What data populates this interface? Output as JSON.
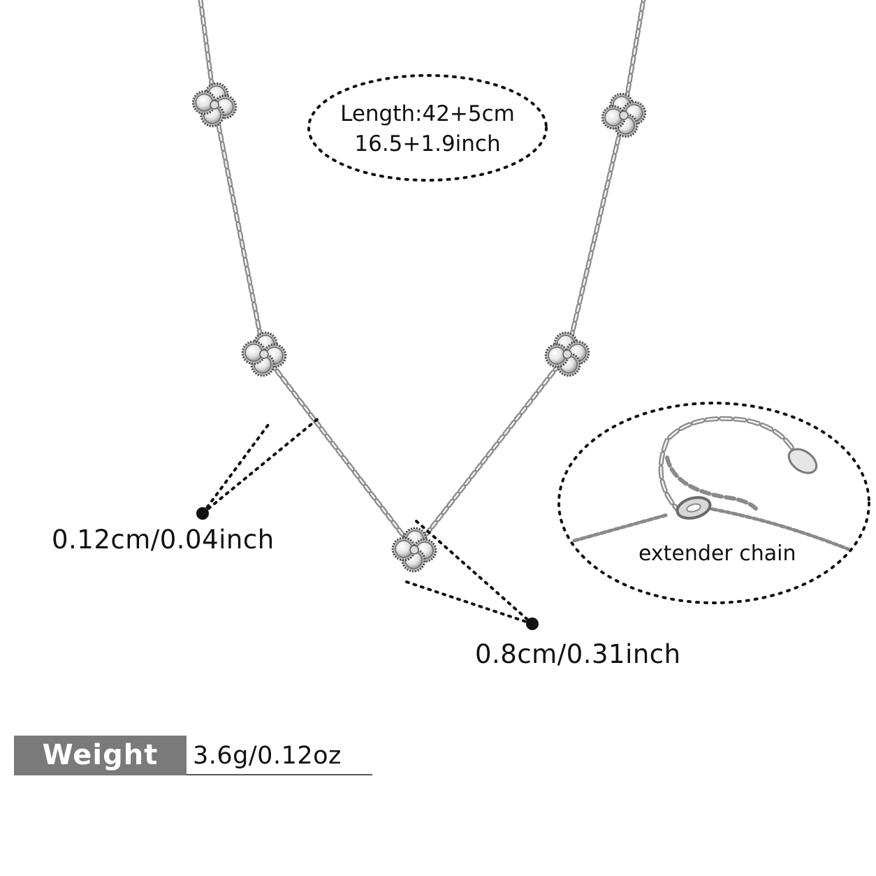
{
  "length": {
    "line1": "Length:42+5cm",
    "line2": "16.5+1.9inch"
  },
  "thickness": {
    "label": "0.12cm/0.04inch"
  },
  "pendant_size": {
    "label": "0.8cm/0.31inch"
  },
  "extender": {
    "label": "extender chain"
  },
  "weight": {
    "title": "Weight",
    "value": "3.6g/0.12oz"
  },
  "colors": {
    "background": "#ffffff",
    "text": "#111111",
    "silver": "#9a9a9a",
    "weight_box": "#7a7a7a"
  }
}
